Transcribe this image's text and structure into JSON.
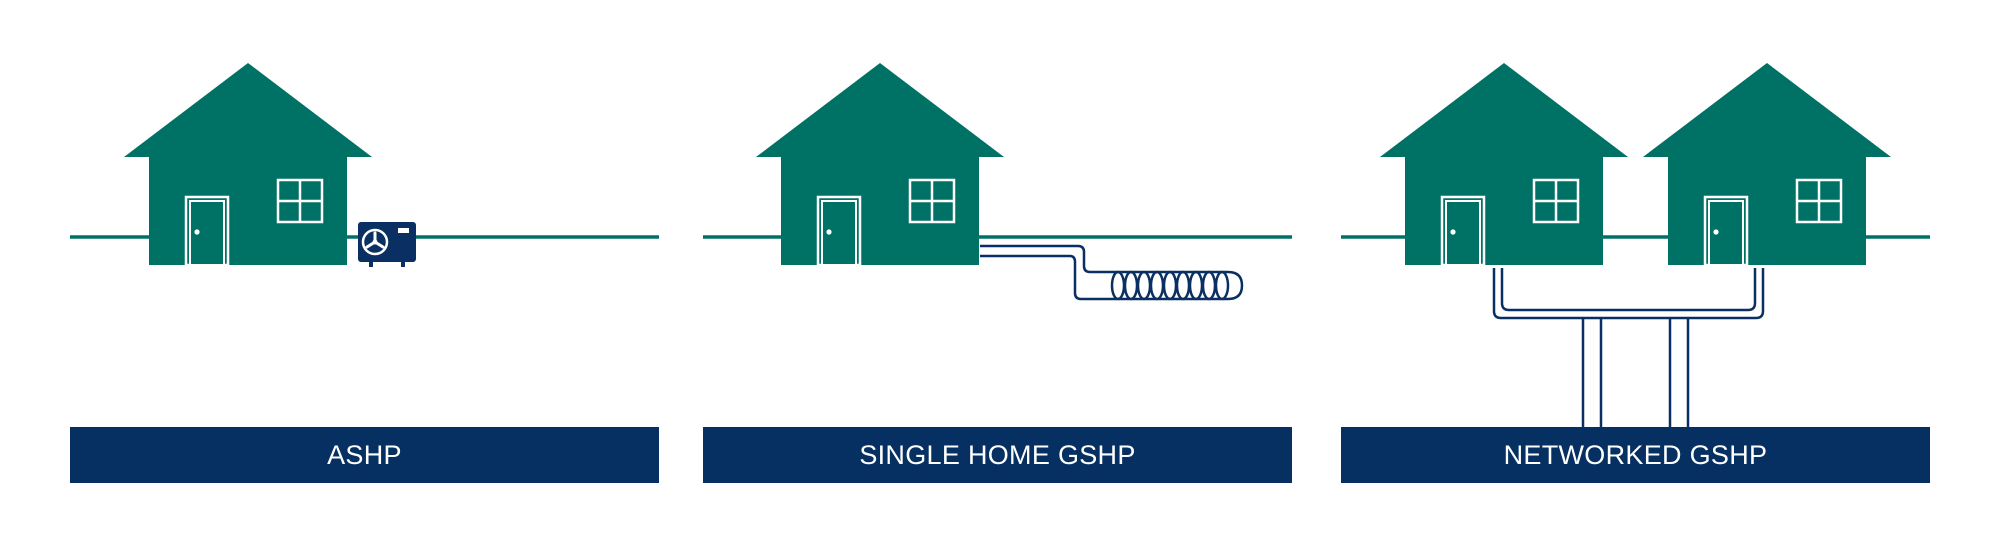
{
  "colors": {
    "house": "#007165",
    "ground": "#007165",
    "pipe": "#0a2f63",
    "label_bar": "#063062",
    "label_text": "#ffffff",
    "trim": "#ffffff"
  },
  "panels": [
    {
      "label": "ASHP",
      "icon": "air-source-heat-pump-unit"
    },
    {
      "label": "SINGLE HOME GSHP",
      "icon": "ground-loop-coil"
    },
    {
      "label": "NETWORKED GSHP",
      "icon": "shared-borehole-network"
    }
  ]
}
